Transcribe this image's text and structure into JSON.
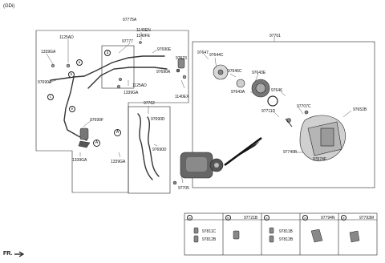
{
  "engine_variant": "(GDi)",
  "direction_label": "FR.",
  "callout_letters": [
    "a",
    "b",
    "c",
    "d",
    "e"
  ],
  "circle_ref": "A",
  "part_labels": {
    "p97775A": "97775A",
    "p1140EN": "1140EN",
    "p1140FE": "1140FE",
    "p97777": "97777",
    "p1125AD_top": "1125AD",
    "p1339GA_left": "1339GA",
    "p97690E": "97690E",
    "p97623": "97623",
    "p97690A_right": "97690A",
    "p97690A_left": "97690A",
    "p1125AD_mid": "1125AD",
    "p1339GA_mid": "1339GA",
    "p1140EX": "1140EX",
    "p97762": "97762",
    "p97690D": "97690D",
    "p97690F": "97690F",
    "p97690D_low": "97690D",
    "p1339GA_bl": "1339GA",
    "p1339GA_bm": "1339GA",
    "p97705": "97705",
    "p97701": "97701",
    "p97647": "97647",
    "p97644C": "97644C",
    "p97646C": "97646C",
    "p97643E": "97643E",
    "p97643A": "97643A",
    "p97646": "97646",
    "p97711D": "97711D",
    "p97707C": "97707C",
    "p97652B": "97652B",
    "p97749B": "97749B",
    "p97674F": "97674F"
  },
  "legend": {
    "cells": [
      {
        "letter": "a",
        "parts": [
          "97811C",
          "97812B"
        ]
      },
      {
        "letter": "b",
        "parts": [
          "97721B"
        ]
      },
      {
        "letter": "c",
        "parts": [
          "97811B",
          "97812B"
        ]
      },
      {
        "letter": "d",
        "parts": [
          "97794N"
        ]
      },
      {
        "letter": "e",
        "parts": [
          "97793M"
        ]
      }
    ]
  }
}
